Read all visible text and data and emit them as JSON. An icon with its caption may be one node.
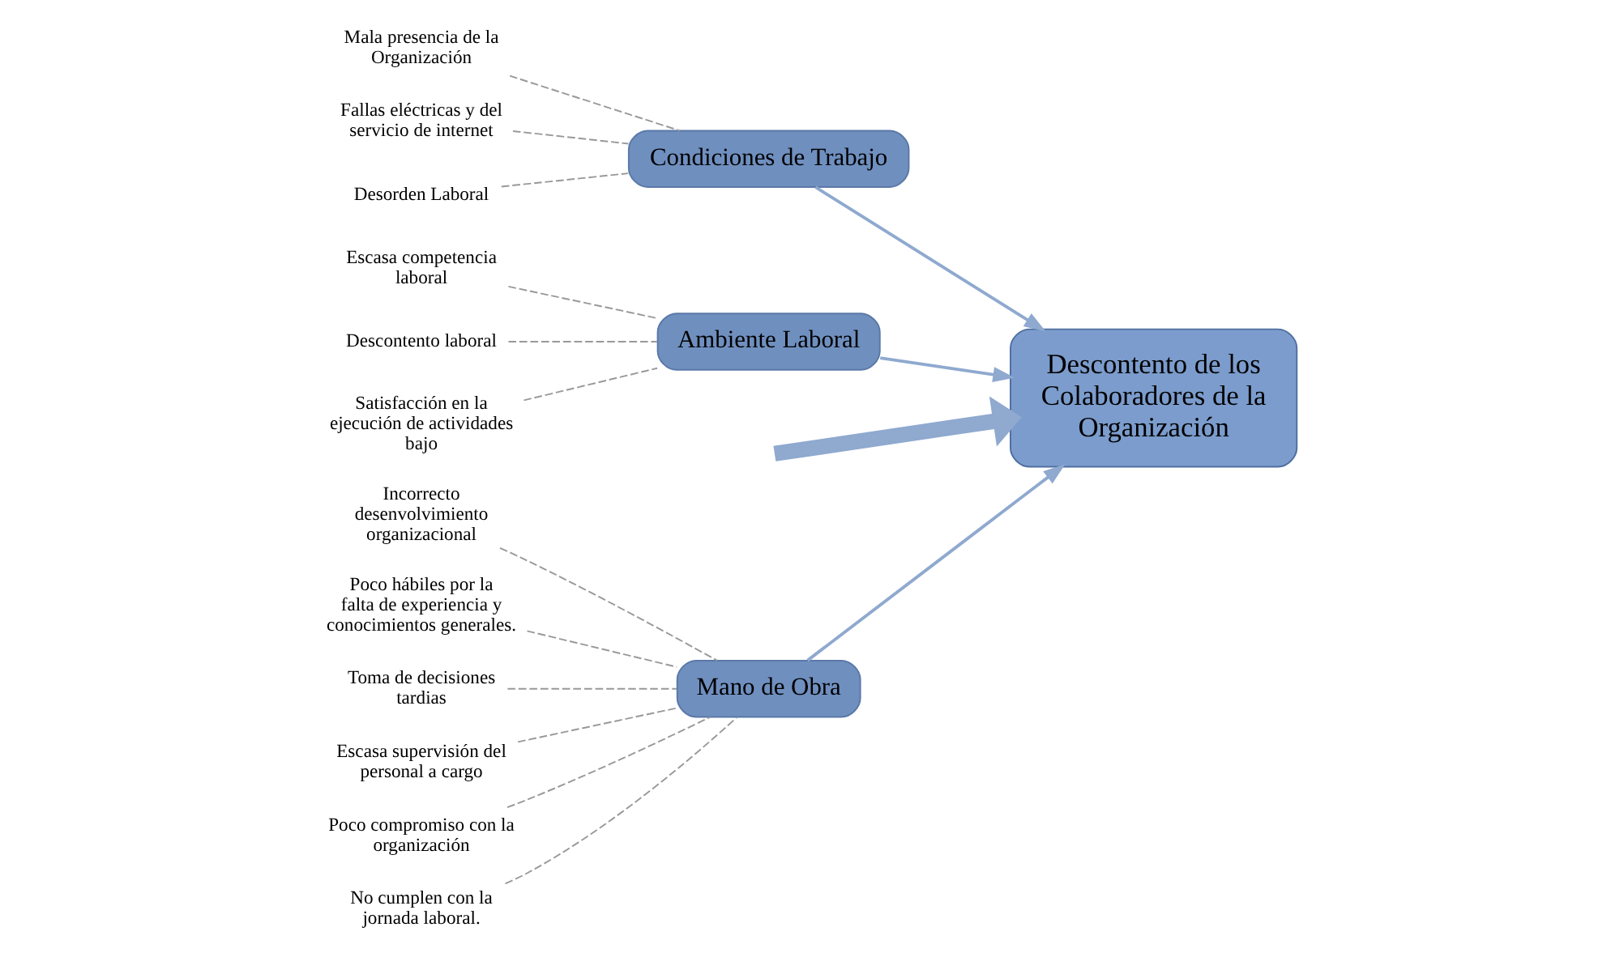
{
  "diagram": {
    "nodes": [
      {
        "text": [
          "Mano de Obra"
        ]
      },
      {
        "text": [
          "Incorrecto desenvolvimiento organizacional"
        ]
      },
      {
        "text": [
          "Poco hábiles por la falta de experiencia y conocimientos generales."
        ]
      },
      {
        "text": [
          "Toma de decisiones tardias"
        ]
      },
      {
        "text": [
          "Escasa supervisión del personal a cargo"
        ]
      },
      {
        "text": [
          "Poco compromiso con la organización"
        ]
      },
      {
        "text": [
          "No cumplen con la jornada laboral."
        ]
      },
      {
        "text": [
          "Descontento de los Colaboradores de la Organización"
        ]
      },
      {
        "text": [
          "Mala presencia de la Organización"
        ]
      },
      {
        "text": [
          "Escasa competencia laboral"
        ]
      },
      {
        "text": [
          "Fallas eléctricas y del servicio de internet"
        ]
      },
      {
        "text": [
          "Descontento laboral"
        ]
      },
      {
        "text": [
          "Desorden Laboral"
        ]
      },
      {
        "text": [
          "Satisfacción en la ejecución de actividades bajo"
        ]
      },
      {
        "text": [
          "Condiciones de Trabajo"
        ]
      },
      {
        "text": [
          "Ambiente Laboral"
        ]
      }
    ],
    "edges": [
      {
        "from": null,
        "to": 7,
        "arrow": "to",
        "style": "thick"
      },
      {
        "from": 0,
        "to": 7,
        "arrow": "to"
      },
      {
        "from": 14,
        "to": 7,
        "arrow": "to"
      },
      {
        "from": 15,
        "to": 7,
        "arrow": "to"
      },
      {
        "from": 1,
        "to": 0,
        "arrow": "none",
        "style": "dashed"
      },
      {
        "from": 2,
        "to": 0,
        "arrow": "none",
        "style": "dashed"
      },
      {
        "from": 3,
        "to": 0,
        "arrow": "none",
        "style": "dashed"
      },
      {
        "from": 4,
        "to": 0,
        "arrow": "none",
        "style": "dashed"
      },
      {
        "from": 5,
        "to": 0,
        "arrow": "none",
        "style": "dashed"
      },
      {
        "from": 6,
        "to": 0,
        "arrow": "none",
        "style": "dashed"
      },
      {
        "from": 8,
        "to": 14,
        "arrow": "none",
        "style": "dashed"
      },
      {
        "from": 10,
        "to": 14,
        "arrow": "none",
        "style": "dashed"
      },
      {
        "from": 12,
        "to": 14,
        "arrow": "none",
        "style": "dashed"
      },
      {
        "from": 9,
        "to": 15,
        "arrow": "none",
        "style": "dashed"
      },
      {
        "from": 11,
        "to": 15,
        "arrow": "none",
        "style": "dashed"
      },
      {
        "from": 13,
        "to": 15,
        "arrow": "none",
        "style": "dashed"
      }
    ]
  }
}
